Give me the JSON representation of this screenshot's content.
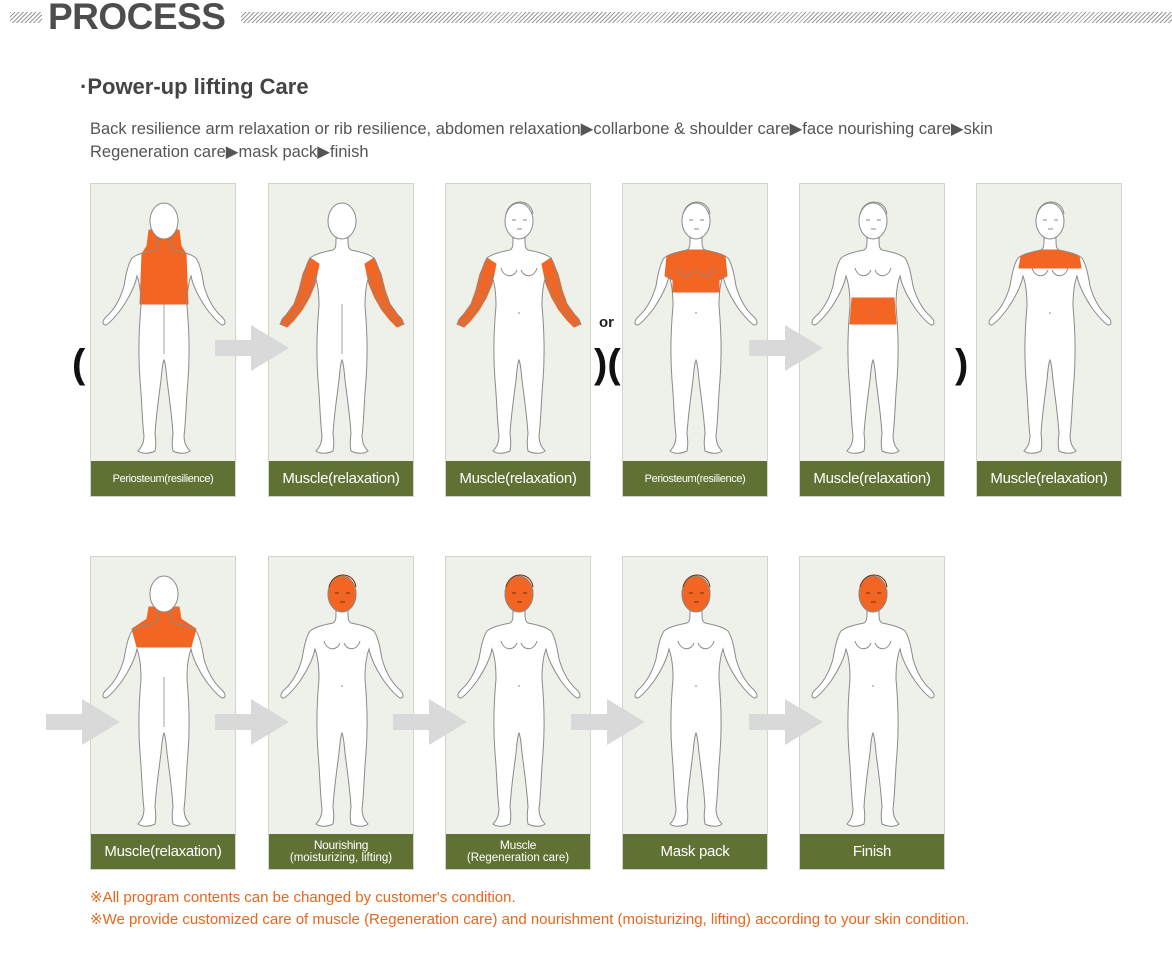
{
  "header": {
    "title": "PROCESS"
  },
  "section": {
    "title": "·Power-up lifting Care",
    "description_line1": "Back resilience arm relaxation or rib resilience, abdomen relaxation▶collarbone & shoulder care▶face nourishing care▶skin",
    "description_line2": "Regeneration care▶mask pack▶finish"
  },
  "symbols": {
    "open_paren": "(",
    "close_paren": ")",
    "close_open_paren": ")(",
    "or": "or"
  },
  "steps": [
    {
      "caption": "Periosteum(resilience)",
      "view": "back",
      "highlight": "upper-back"
    },
    {
      "caption": "Muscle(relaxation)",
      "view": "back",
      "highlight": "arms"
    },
    {
      "caption": "Muscle(relaxation)",
      "view": "front",
      "highlight": "arms"
    },
    {
      "caption": "Periosteum(resilience)",
      "view": "front",
      "highlight": "ribs"
    },
    {
      "caption": "Muscle(relaxation)",
      "view": "front",
      "highlight": "abdomen"
    },
    {
      "caption": "Muscle(relaxation)",
      "view": "front",
      "highlight": "shoulders"
    },
    {
      "caption": "Muscle(relaxation)",
      "view": "back",
      "highlight": "shoulders-back"
    },
    {
      "caption": "Nourishing",
      "caption2": "(moisturizing, lifting)",
      "view": "front",
      "highlight": "face"
    },
    {
      "caption": "Muscle",
      "caption2": "(Regeneration care)",
      "view": "front",
      "highlight": "face"
    },
    {
      "caption": "Mask pack",
      "view": "front",
      "highlight": "face"
    },
    {
      "caption": "Finish",
      "view": "front",
      "highlight": "face"
    }
  ],
  "notes": [
    "※All program contents can be changed by customer's condition.",
    "※We provide customized care of muscle (Regeneration care) and nourishment (moisturizing, lifting) according to your skin condition."
  ],
  "colors": {
    "highlight": "#f26522",
    "caption_bg": "#5f7233",
    "panel_bg": "#eef1ea",
    "arrow": "#d9d9d9",
    "note": "#e8661a"
  }
}
